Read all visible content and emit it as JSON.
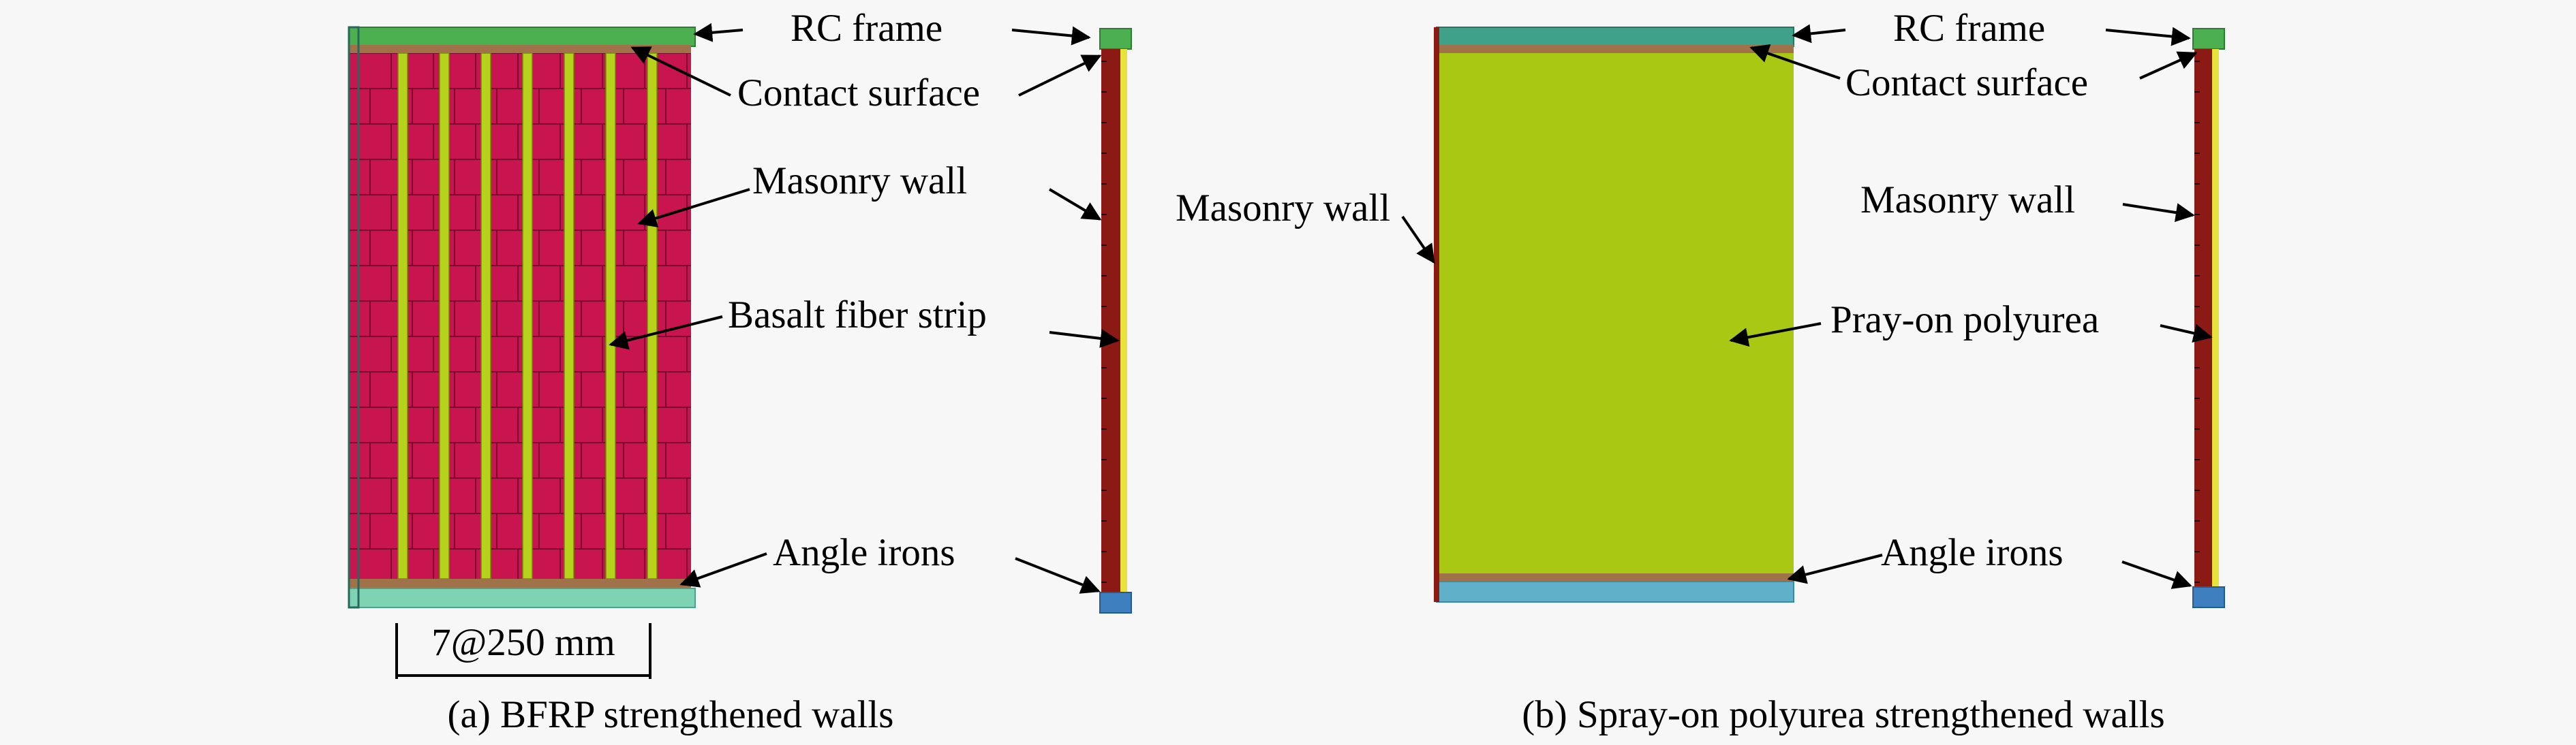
{
  "panel_a": {
    "labels": {
      "rc_frame": "RC frame",
      "contact_surface": "Contact surface",
      "masonry_wall": "Masonry wall",
      "basalt_fiber_strip": "Basalt fiber strip",
      "angle_irons": "Angle irons"
    },
    "dimension": "7@250 mm",
    "caption": "(a) BFRP strengthened walls"
  },
  "panel_b": {
    "labels": {
      "rc_frame": "RC frame",
      "contact_surface": "Contact surface",
      "masonry_wall_left": "Masonry wall",
      "masonry_wall_right": "Masonry wall",
      "polyurea": "Pray-on polyurea",
      "angle_irons": "Angle irons"
    },
    "caption": "(b) Spray-on polyurea strengthened walls"
  },
  "colors": {
    "rc_frame_top": "#4caf50",
    "rc_frame_bottom_a": "#7fd3b5",
    "rc_frame_bottom_b": "#5fb0c8",
    "contact_surface": "#a0724a",
    "masonry": "#c8144f",
    "masonry_side": "#8b1a14",
    "basalt_strip": "#b7d21c",
    "polyurea": "#a8c814",
    "angle_iron_side": "#3d7fbf"
  }
}
